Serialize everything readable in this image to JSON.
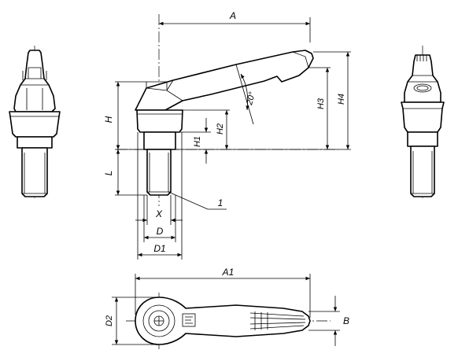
{
  "labels": {
    "A": "A",
    "A1": "A1",
    "H": "H",
    "H1": "H1",
    "H2": "H2",
    "H3": "H3",
    "H4": "H4",
    "L": "L",
    "X": "X",
    "D": "D",
    "D1": "D1",
    "D2": "D2",
    "B": "B",
    "angle": "20°",
    "item": "1"
  }
}
